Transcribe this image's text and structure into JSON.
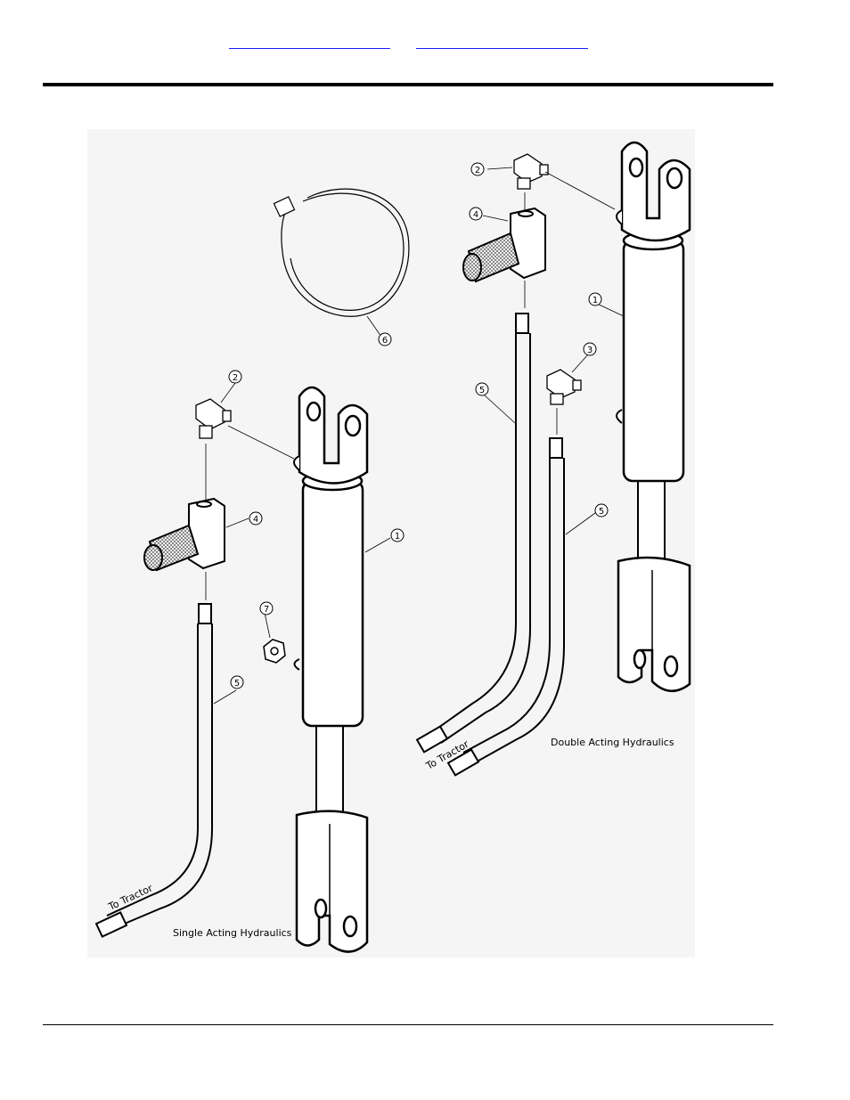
{
  "header": {
    "link_left": "",
    "link_right": ""
  },
  "callouts": {
    "c1": "1",
    "c2": "2",
    "c3": "3",
    "c4": "4",
    "c5": "5",
    "c6": "6",
    "c7": "7"
  },
  "captions": {
    "single": "Single Acting Hydraulics",
    "double": "Double Acting Hydraulics",
    "to_tractor": "To Tractor"
  }
}
